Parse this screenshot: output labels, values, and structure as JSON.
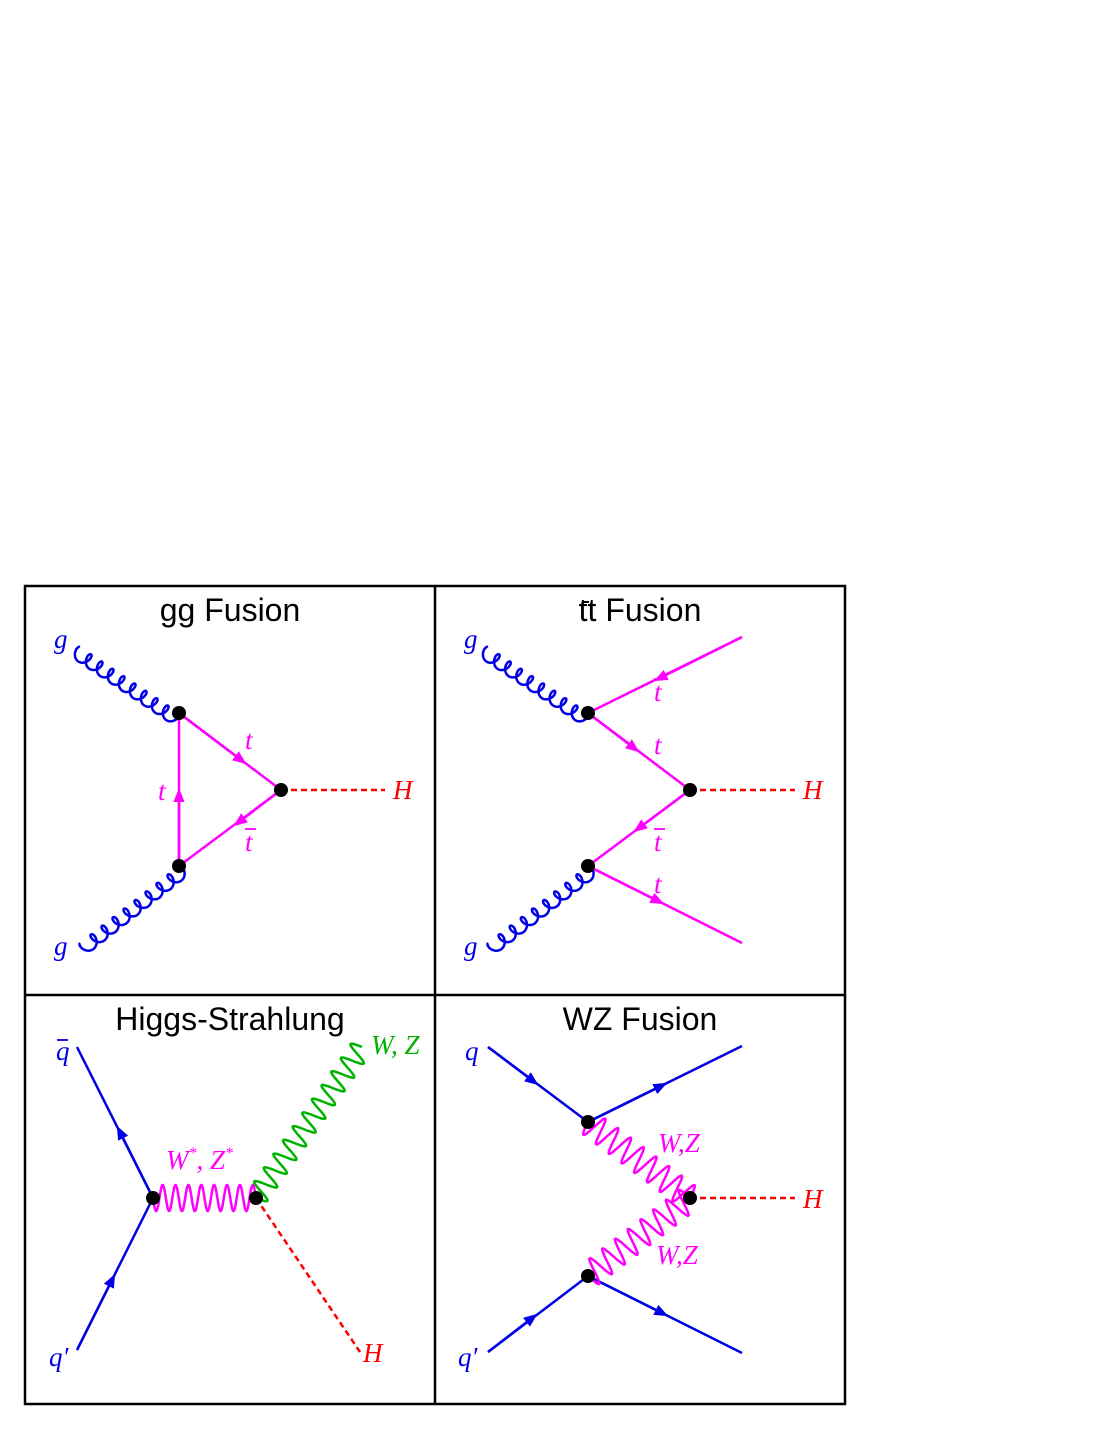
{
  "colors": {
    "gluon": "#0000e6",
    "quark": "#0000e6",
    "top": "#ff00ff",
    "higgs": "#ff0000",
    "boson_virtual": "#ff00ff",
    "boson_out": "#00b300",
    "frame": "#000000"
  },
  "panels": {
    "gg_fusion": {
      "title": "gg Fusion",
      "labels": {
        "g_top": "g",
        "g_bottom": "g",
        "t_upper": "t",
        "t_left": "t",
        "tbar": "t",
        "H": "H"
      }
    },
    "tt_fusion": {
      "title": "tt Fusion",
      "labels": {
        "g_top": "g",
        "g_bottom": "g",
        "tbar_out": "t",
        "t_mid": "t",
        "tbar_mid": "t",
        "t_out": "t",
        "H": "H"
      }
    },
    "higgs_strahlung": {
      "title": "Higgs-Strahlung",
      "labels": {
        "qbar": "q",
        "q_prime": "q′",
        "W": "W",
        "comma": ", ",
        "Z": "Z",
        "star": "*",
        "WZ_out": "W, Z",
        "H": "H"
      }
    },
    "wz_fusion": {
      "title": "WZ Fusion",
      "labels": {
        "q": "q",
        "q_prime": "q′",
        "WZ_upper": "W,Z",
        "WZ_lower": "W,Z",
        "H": "H"
      }
    }
  }
}
